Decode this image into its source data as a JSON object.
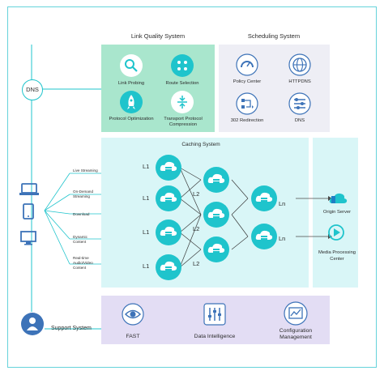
{
  "colors": {
    "teal": "#1fc4cc",
    "teal_light": "#d9f6f7",
    "link_panel": "#a9e6cd",
    "sched_panel": "#eeeef5",
    "support_panel": "#e3ddf4",
    "dark_node": "#34495e",
    "icon_blue": "#3d73b8"
  },
  "link_quality": {
    "title": "Link Quality System",
    "items": [
      {
        "label": "Link Probing",
        "icon": "magnifier-icon"
      },
      {
        "label": "Route Selection",
        "icon": "route-icon"
      },
      {
        "label": "Protocol Optimization",
        "icon": "rocket-icon"
      },
      {
        "label": "Transport Protocol Compression",
        "icon": "compress-icon"
      }
    ]
  },
  "scheduling": {
    "title": "Scheduling System",
    "items": [
      {
        "label": "Policy Center",
        "icon": "gauge-icon"
      },
      {
        "label": "HTTPDNS",
        "icon": "globe-icon"
      },
      {
        "label": "302 Redirection",
        "icon": "redirect-icon"
      },
      {
        "label": "DNS",
        "icon": "sliders-icon"
      }
    ]
  },
  "dns_label": "DNS",
  "support_label": "Support System",
  "content_types": [
    "Live Streaming",
    "On-Demand Streaming",
    "Download",
    "Dynamic Content",
    "Real-time Audio/Video Content"
  ],
  "caching": {
    "title": "Caching System",
    "l1_label": "L1",
    "l2_label": "L2",
    "ln_label": "Ln"
  },
  "origin": {
    "origin_server": "Origin Server",
    "media_processing": "Media Processing Center"
  },
  "support": {
    "items": [
      {
        "label": "FAST",
        "icon": "eye-icon"
      },
      {
        "label": "Data Intelligence",
        "icon": "equalizer-icon"
      },
      {
        "label": "Configuration Management",
        "icon": "chart-window-icon"
      }
    ]
  }
}
